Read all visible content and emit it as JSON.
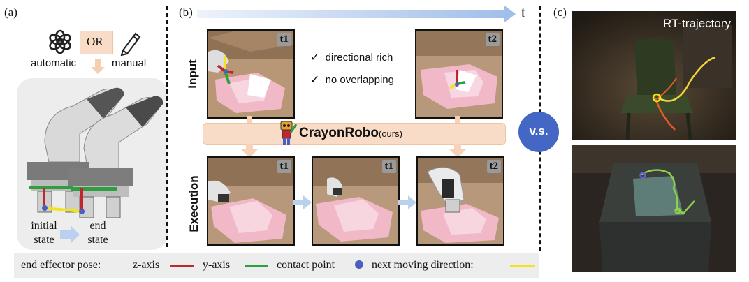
{
  "panels": {
    "a": "(a)",
    "b": "(b)",
    "c": "(c)"
  },
  "panel_a": {
    "or_label": "OR",
    "automatic_label": "automatic",
    "manual_label": "manual",
    "initial_state_label": "initial state",
    "end_state_label": "end state"
  },
  "panel_b": {
    "time_label": "t",
    "input_label": "Input",
    "execution_label": "Execution",
    "checks": [
      "directional rich",
      "no overlapping"
    ],
    "method_name": "CrayonRobo",
    "method_suffix": "(ours)",
    "frame_tags": {
      "input_left": "t1",
      "input_right": "t2",
      "exec_1": "t1",
      "exec_2": "t1",
      "exec_3": "t2"
    }
  },
  "versus_label": "v.s.",
  "panel_c": {
    "top_title": "RT-trajectory"
  },
  "legend": {
    "prefix": "end effector pose:",
    "z_axis": "z-axis",
    "y_axis": "y-axis",
    "contact_point": "contact point",
    "next_direction": "next moving direction:",
    "colors": {
      "z_axis": "#c0272d",
      "y_axis": "#2e9e3e",
      "contact_point": "#4a5fc1",
      "next_direction": "#f4e21a"
    }
  },
  "colors": {
    "peach": "#f8dcc7",
    "peach_border": "#f2c3a0",
    "versus_blue": "#4466c4",
    "arrow_blue": "#b9d1ef",
    "panel_gray": "#ededed"
  }
}
